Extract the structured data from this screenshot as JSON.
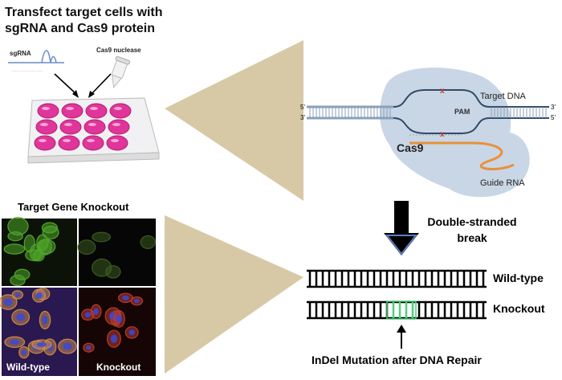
{
  "header": {
    "title_line1": "Transfect target cells with",
    "title_line2": "sgRNA and Cas9 protein"
  },
  "reagents": {
    "sgrna_label": "sgRNA",
    "cas9_label": "Cas9 nuclease"
  },
  "knockout_panel": {
    "title": "Target Gene Knockout",
    "wildtype_label": "Wild-type",
    "knockout_label": "Knockout"
  },
  "cas9_diagram": {
    "target_dna_label": "Target DNA",
    "pam_label": "PAM",
    "cas9_label": "Cas9",
    "guide_rna_label": "Guide RNA",
    "five_prime_left": "5'",
    "three_prime_left": "3'",
    "three_prime_right": "3'",
    "five_prime_right": "5'"
  },
  "break": {
    "line1": "Double-stranded",
    "line2": "break"
  },
  "dna_strands": {
    "wildtype_label": "Wild-type",
    "knockout_label": "Knockout",
    "caption": "InDel Mutation after DNA Repair"
  },
  "colors": {
    "funnel": "#d8c9a6",
    "plate_well": "#e0359b",
    "guide_rna": "#e8913a",
    "cas9_blob": "#c9d6e6",
    "mutation": "#4fd07a",
    "cut_mark": "#c0392b"
  }
}
